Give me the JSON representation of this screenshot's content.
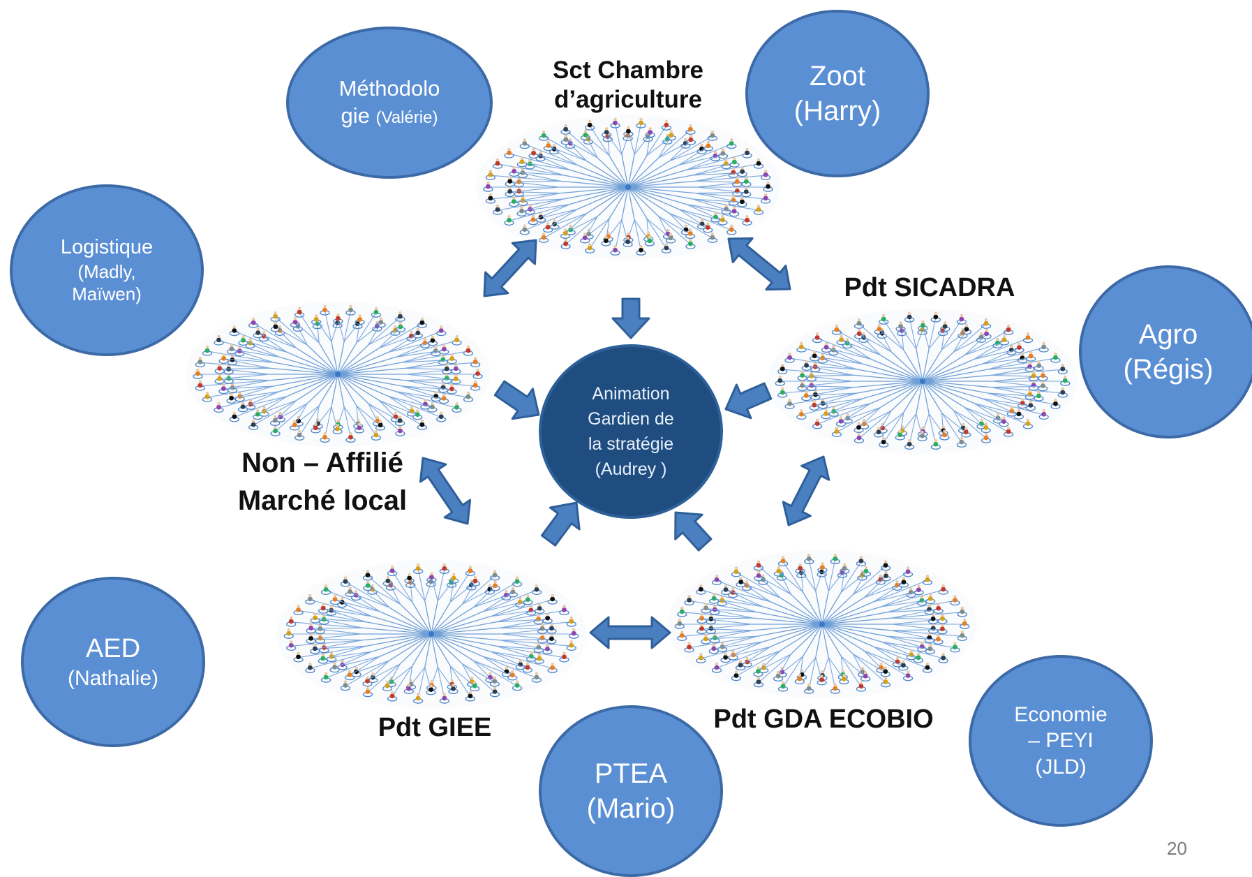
{
  "center": {
    "lines": [
      "Animation",
      "Gardien de",
      "la stratégie",
      "(Audrey )"
    ]
  },
  "groups": {
    "chambre": [
      "Sct Chambre",
      "d’agriculture"
    ],
    "sicadra": [
      "Pdt SICADRA"
    ],
    "non_affilie": [
      "Non – Affilié",
      "Marché local"
    ],
    "giee": [
      "Pdt GIEE"
    ],
    "gda": [
      "Pdt GDA ECOBIO"
    ]
  },
  "experts": {
    "methodologie": {
      "lines": [
        "Méthodolo",
        "gie"
      ],
      "name": "(Valérie)"
    },
    "zoot": {
      "lines": [
        "Zoot",
        "(Harry)"
      ]
    },
    "logistique": {
      "lines": [
        "Logistique",
        "(Madly,",
        "Maïwen)"
      ]
    },
    "agro": {
      "lines": [
        "Agro",
        "(Régis)"
      ]
    },
    "aed": {
      "lines": [
        "AED",
        "(Nathalie)"
      ]
    },
    "ptea": {
      "lines": [
        "PTEA",
        "(Mario)"
      ]
    },
    "economie": {
      "lines": [
        "Economie",
        "– PEYI",
        "(JLD)"
      ]
    }
  },
  "page_number": "20"
}
